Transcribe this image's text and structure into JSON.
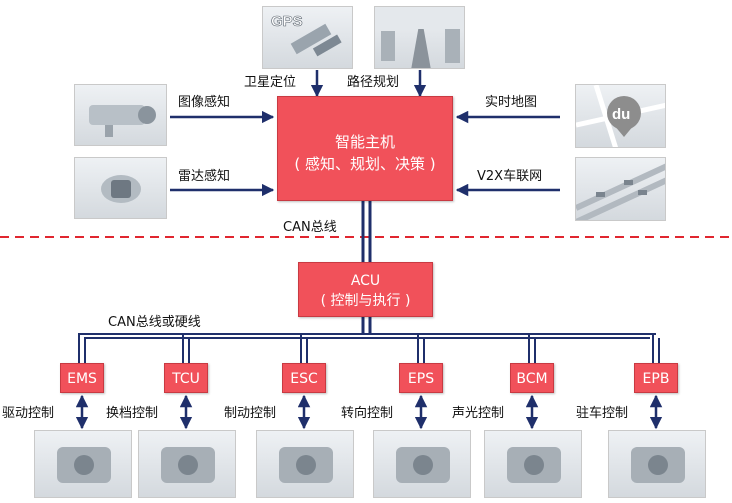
{
  "colors": {
    "box_fill": "#f1515a",
    "box_border": "#c83a42",
    "arrow": "#1f2f6b",
    "divider": "#e0262f"
  },
  "host": {
    "title": "智能主机",
    "subtitle": "( 感知、规划、决策 )"
  },
  "acu": {
    "title": "ACU",
    "subtitle": "( 控制与执行 )"
  },
  "inputs": {
    "gps": {
      "badge": "GPS",
      "label": "卫星定位"
    },
    "path": {
      "label": "路径规划"
    },
    "camera": {
      "label": "图像感知"
    },
    "radar": {
      "label": "雷达感知"
    },
    "map": {
      "badge": "du",
      "label": "实时地图"
    },
    "v2x": {
      "label": "V2X车联网"
    }
  },
  "bus": {
    "can": "CAN总线",
    "can_or_hard": "CAN总线或硬线"
  },
  "ecus": [
    {
      "name": "EMS",
      "label": "驱动控制",
      "icon": "engine-icon"
    },
    {
      "name": "TCU",
      "label": "换档控制",
      "icon": "gear-shifter-icon"
    },
    {
      "name": "ESC",
      "label": "制动控制",
      "icon": "brake-module-icon"
    },
    {
      "name": "EPS",
      "label": "转向控制",
      "icon": "steering-wheel-icon"
    },
    {
      "name": "BCM",
      "label": "声光控制",
      "icon": "headlight-icon"
    },
    {
      "name": "EPB",
      "label": "驻车控制",
      "icon": "parking-brake-icon"
    }
  ]
}
